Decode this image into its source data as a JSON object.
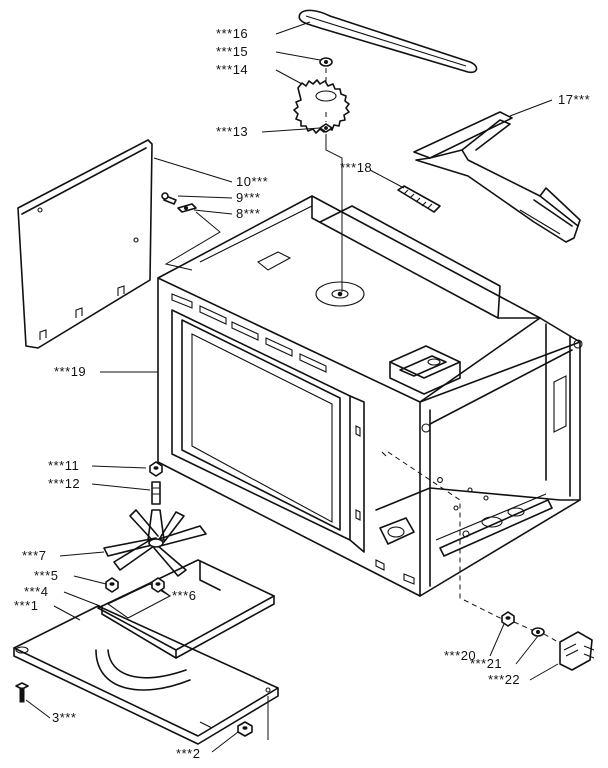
{
  "diagram": {
    "callouts": [
      {
        "id": "c16",
        "text": "16"
      },
      {
        "id": "c15",
        "text": "15"
      },
      {
        "id": "c14",
        "text": "14"
      },
      {
        "id": "c13",
        "text": "13"
      },
      {
        "id": "c17",
        "text": "17"
      },
      {
        "id": "c18",
        "text": "18"
      },
      {
        "id": "c10",
        "text": "10"
      },
      {
        "id": "c9",
        "text": "9"
      },
      {
        "id": "c8",
        "text": "8"
      },
      {
        "id": "c19",
        "text": "19"
      },
      {
        "id": "c11",
        "text": "11"
      },
      {
        "id": "c12",
        "text": "12"
      },
      {
        "id": "c7",
        "text": "7"
      },
      {
        "id": "c5",
        "text": "5"
      },
      {
        "id": "c4",
        "text": "4"
      },
      {
        "id": "c1",
        "text": "1"
      },
      {
        "id": "c6",
        "text": "6"
      },
      {
        "id": "c3",
        "text": "3"
      },
      {
        "id": "c2",
        "text": "2"
      },
      {
        "id": "c20",
        "text": "20"
      },
      {
        "id": "c21",
        "text": "21"
      },
      {
        "id": "c22",
        "text": "22"
      }
    ],
    "asterisks": "***"
  }
}
